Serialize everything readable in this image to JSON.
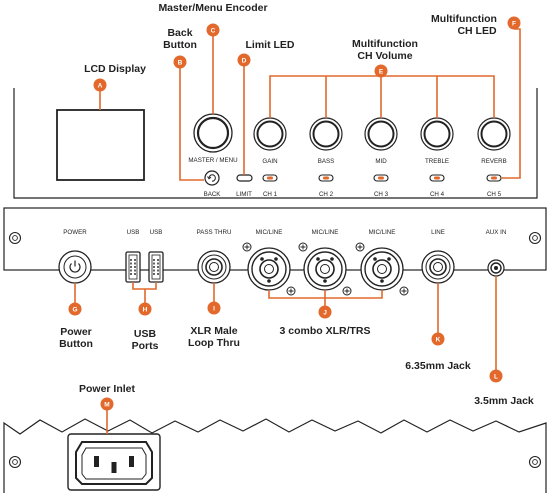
{
  "accent_color": "#e2692b",
  "callouts": {
    "a": {
      "letter": "A",
      "label": "LCD Display"
    },
    "b": {
      "letter": "B",
      "label_line1": "Back",
      "label_line2": "Button"
    },
    "c": {
      "letter": "C",
      "label": "Master/Menu Encoder"
    },
    "d": {
      "letter": "D",
      "label": "Limit LED"
    },
    "e": {
      "letter": "E",
      "label_line1": "Multifunction",
      "label_line2": "CH Volume"
    },
    "f": {
      "letter": "F",
      "label_line1": "Multifunction",
      "label_line2": "CH LED"
    },
    "g": {
      "letter": "G",
      "label_line1": "Power",
      "label_line2": "Button"
    },
    "h": {
      "letter": "H",
      "label_line1": "USB",
      "label_line2": "Ports"
    },
    "i": {
      "letter": "I",
      "label_line1": "XLR Male",
      "label_line2": "Loop Thru"
    },
    "j": {
      "letter": "J",
      "label": "3 combo XLR/TRS"
    },
    "k": {
      "letter": "K",
      "label": "6.35mm Jack"
    },
    "l": {
      "letter": "L",
      "label": "3.5mm Jack"
    },
    "m": {
      "letter": "M",
      "label": "Power Inlet"
    }
  },
  "panel": {
    "master_menu": "MASTER / MENU",
    "back": "BACK",
    "limit": "LIMIT",
    "knobs": [
      "GAIN",
      "BASS",
      "MID",
      "TREBLE",
      "REVERB"
    ],
    "channels": [
      "CH 1",
      "CH 2",
      "CH 3",
      "CH 4",
      "CH 5"
    ],
    "power": "POWER",
    "usb1": "USB",
    "usb2": "USB",
    "pass_thru": "PASS THRU",
    "mic_line": [
      "MIC/LINE",
      "MIC/LINE",
      "MIC/LINE"
    ],
    "line": "LINE",
    "aux_in": "AUX IN"
  }
}
